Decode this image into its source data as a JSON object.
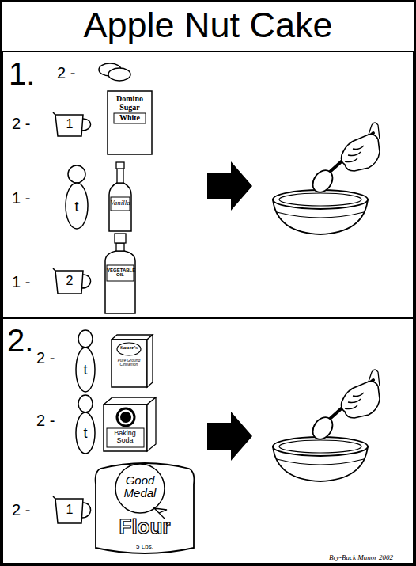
{
  "diagram": {
    "title": "Apple Nut Cake",
    "nodes": [
      {
        "text": [
          "1."
        ]
      },
      {
        "text": [
          "1"
        ],
        "in": 0
      },
      {
        "text": [
          "Domino Sugar",
          "White"
        ],
        "in": 0
      },
      {
        "text": [
          "t"
        ],
        "in": 0
      },
      {
        "text": [
          "Vanilla"
        ],
        "in": 0
      },
      {
        "text": [
          "2"
        ],
        "in": 0
      },
      {
        "text": [
          "VEGETABLE OIL"
        ],
        "in": 0
      },
      {
        "text": [
          "2."
        ]
      },
      {
        "text": [
          "t"
        ],
        "in": 7
      },
      {
        "text": [
          "Sauer's",
          "Pure Ground Cinnamon"
        ],
        "in": 7
      },
      {
        "text": [
          "t"
        ],
        "in": 7
      },
      {
        "text": [
          "Baking Soda"
        ],
        "in": 7
      },
      {
        "text": [
          "1"
        ],
        "in": 7
      },
      {
        "text": [
          "Good Medal",
          "Flour",
          "5 Lbs."
        ],
        "in": 7
      }
    ],
    "labels": [
      "2 -",
      "2 -",
      "1 -",
      "1 -",
      "2 -",
      "2 -",
      "2 -",
      "Bry-Back Manor 2002"
    ]
  }
}
